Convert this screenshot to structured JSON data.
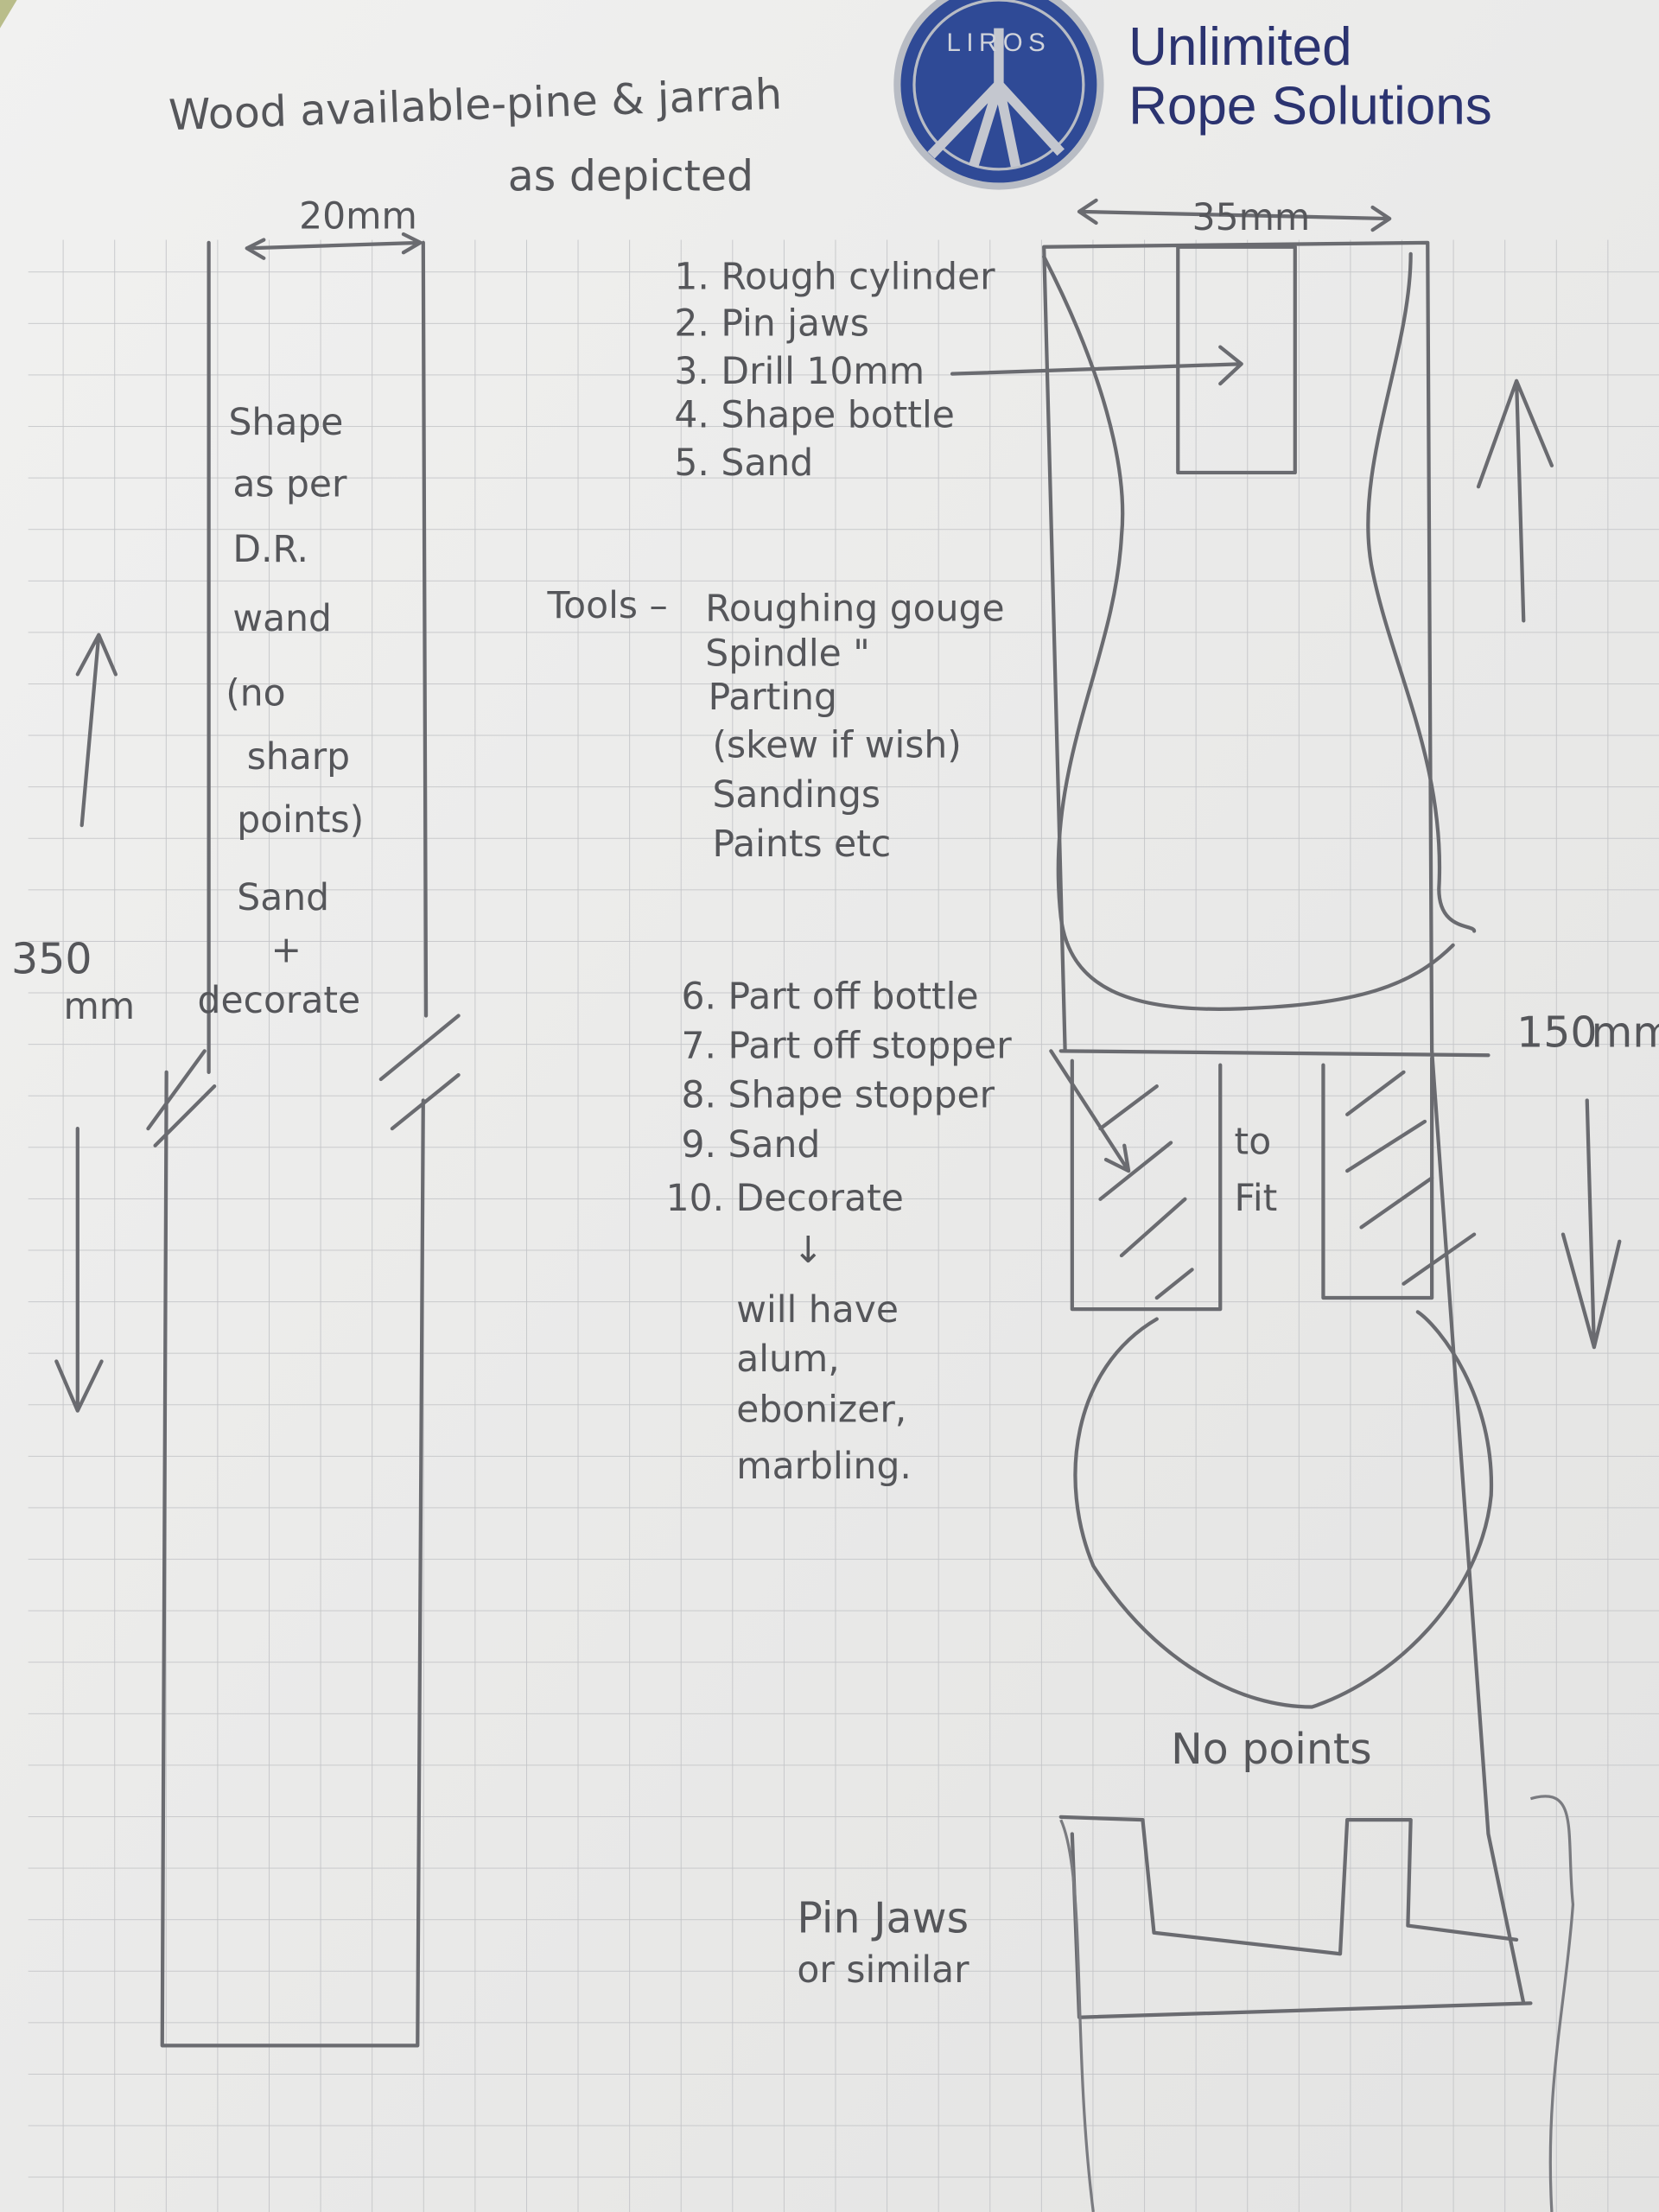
{
  "header": {
    "note_line1": "Wood available-pine & jarrah",
    "note_line2": "as depicted"
  },
  "logo": {
    "letters": "LIROS",
    "brand_line1": "Unlimited",
    "brand_line2": "Rope Solutions",
    "colors": {
      "blue": "#2f4a96",
      "silver": "#b8bcc4",
      "text": "#2b3370"
    }
  },
  "left_drawing": {
    "width_label": "20mm",
    "length_value": "350",
    "length_unit": "mm",
    "notes": [
      "Shape",
      "as per",
      "D.R.",
      "wand",
      "(no",
      "sharp",
      "points)",
      "Sand",
      "+",
      "decorate"
    ]
  },
  "steps_top": [
    "1. Rough cylinder",
    "2. Pin jaws",
    "3. Drill 10mm",
    "4. Shape bottle",
    "5. Sand"
  ],
  "tools": {
    "label": "Tools –",
    "items": [
      "Roughing gouge",
      "Spindle   \"",
      "Parting",
      "(skew if wish)",
      "Sandings",
      "Paints etc"
    ]
  },
  "steps_bottom": [
    "6. Part off bottle",
    "7. Part off stopper",
    "8. Shape stopper",
    "9. Sand",
    "10. Decorate"
  ],
  "decorate_notes": [
    "↓",
    "will have",
    "alum,",
    "ebonizer,",
    "marbling."
  ],
  "right_drawing": {
    "width_label": "35mm",
    "length_value": "150",
    "length_unit": "mm",
    "fit_line1": "to",
    "fit_line2": "Fit",
    "no_points": "No points",
    "pin_jaws_line1": "Pin Jaws",
    "pin_jaws_line2": "or similar"
  }
}
